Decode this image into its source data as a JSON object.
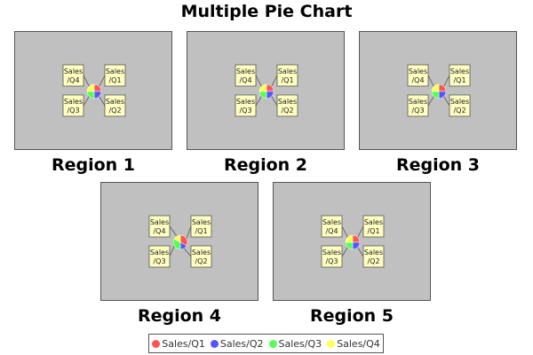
{
  "chart_data": {
    "type": "pie",
    "title": "Multiple Pie Chart",
    "series_names": [
      "Sales/Q1",
      "Sales/Q2",
      "Sales/Q3",
      "Sales/Q4"
    ],
    "colors": [
      "#ff5555",
      "#5555ff",
      "#55ff55",
      "#ffff55"
    ],
    "legend_position": "bottom",
    "pies": [
      {
        "label": "Region 1",
        "values": [
          25,
          25,
          25,
          25
        ]
      },
      {
        "label": "Region 2",
        "values": [
          25,
          25,
          25,
          25
        ]
      },
      {
        "label": "Region 3",
        "values": [
          25,
          25,
          25,
          25
        ]
      },
      {
        "label": "Region 4",
        "values": [
          33,
          17,
          33,
          17
        ]
      },
      {
        "label": "Region 5",
        "values": [
          25,
          25,
          25,
          25
        ]
      }
    ]
  }
}
